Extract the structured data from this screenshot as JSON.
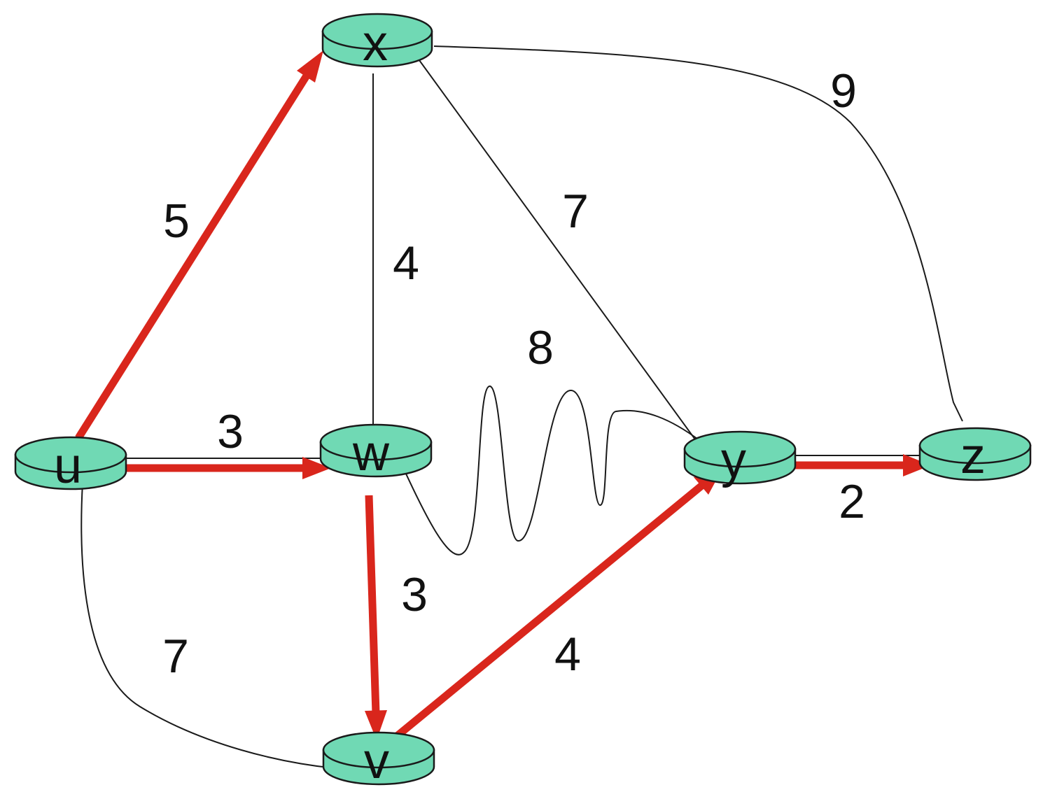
{
  "graph": {
    "nodes": [
      {
        "id": "u",
        "label": "u"
      },
      {
        "id": "x",
        "label": "x"
      },
      {
        "id": "w",
        "label": "w"
      },
      {
        "id": "y",
        "label": "y"
      },
      {
        "id": "z",
        "label": "z"
      },
      {
        "id": "v",
        "label": "v"
      }
    ],
    "edges": [
      {
        "from": "u",
        "to": "x",
        "weight": "5",
        "in_tree": true
      },
      {
        "from": "u",
        "to": "w",
        "weight": "3",
        "in_tree": true
      },
      {
        "from": "u",
        "to": "v",
        "weight": "7",
        "in_tree": false
      },
      {
        "from": "x",
        "to": "w",
        "weight": "4",
        "in_tree": false
      },
      {
        "from": "x",
        "to": "y",
        "weight": "7",
        "in_tree": false
      },
      {
        "from": "x",
        "to": "z",
        "weight": "9",
        "in_tree": false
      },
      {
        "from": "w",
        "to": "y",
        "weight": "8",
        "in_tree": false
      },
      {
        "from": "w",
        "to": "v",
        "weight": "3",
        "in_tree": true
      },
      {
        "from": "v",
        "to": "y",
        "weight": "4",
        "in_tree": true
      },
      {
        "from": "y",
        "to": "z",
        "weight": "2",
        "in_tree": true
      }
    ]
  },
  "colors": {
    "router_fill": "#70d9b4",
    "tree_edge": "#d9261c",
    "plain_edge": "#1a1a1a"
  },
  "icons": {
    "router": "router-icon"
  }
}
